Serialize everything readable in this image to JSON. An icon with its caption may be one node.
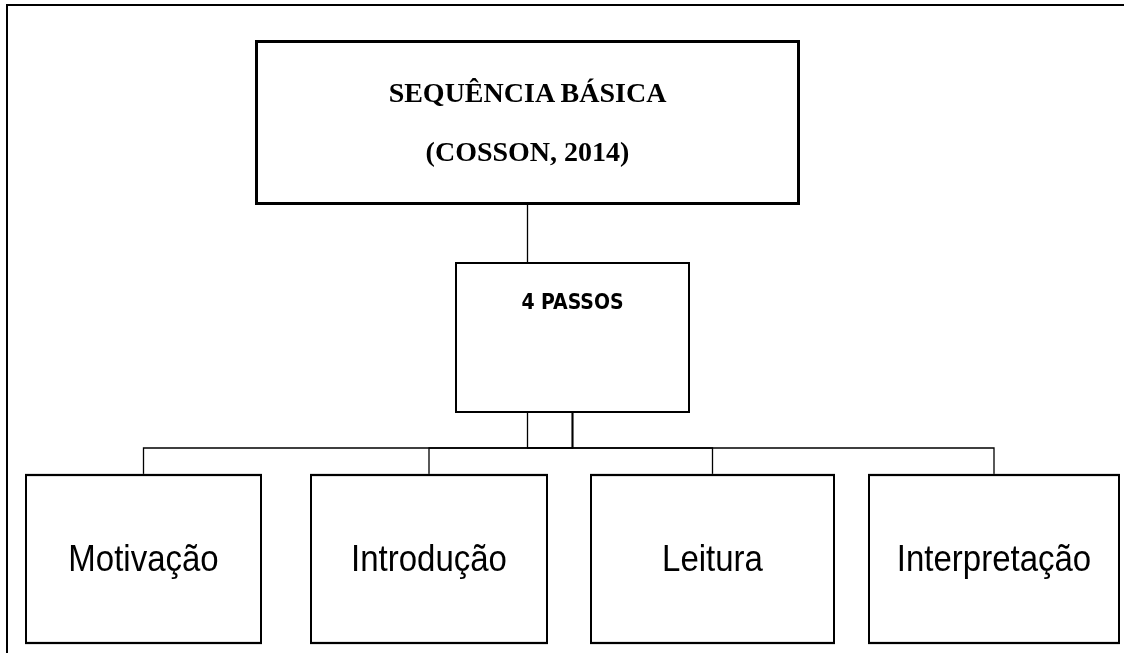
{
  "diagram": {
    "nodes": [
      {
        "text": [
          "SEQUÊNCIA BÁSICA",
          "(COSSON, 2014)"
        ]
      },
      {
        "text": [
          "4 PASSOS"
        ]
      },
      {
        "text": [
          "Motivação"
        ]
      },
      {
        "text": [
          "Introdução"
        ]
      },
      {
        "text": [
          "Leitura"
        ]
      },
      {
        "text": [
          "Interpretação"
        ]
      }
    ],
    "edges": [
      {
        "from": 0,
        "to": 1,
        "arrow": "none"
      },
      {
        "from": 1,
        "to": 2,
        "arrow": "none"
      },
      {
        "from": 1,
        "to": 3,
        "arrow": "none"
      },
      {
        "from": 1,
        "to": 4,
        "arrow": "none"
      },
      {
        "from": 1,
        "to": 5,
        "arrow": "none"
      }
    ]
  }
}
